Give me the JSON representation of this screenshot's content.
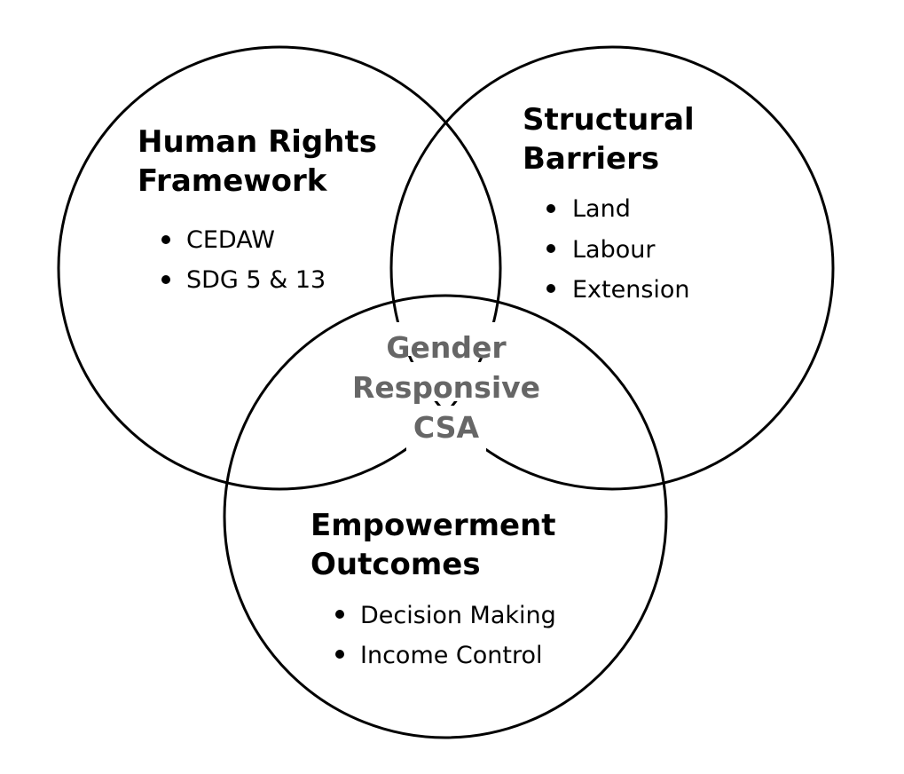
{
  "diagram": {
    "type": "venn",
    "line_color": "#000000",
    "center_color": "#666666",
    "sets": [
      {
        "id": "human-rights",
        "title_lines": [
          "Human Rights",
          "Framework"
        ],
        "items": [
          "CEDAW",
          "SDG 5 & 13"
        ]
      },
      {
        "id": "structural-barriers",
        "title_lines": [
          "Structural",
          "Barriers"
        ],
        "items": [
          "Land",
          "Labour",
          "Extension"
        ]
      },
      {
        "id": "empowerment-outcomes",
        "title_lines": [
          "Empowerment",
          "Outcomes"
        ],
        "items": [
          "Decision Making",
          "Income Control"
        ]
      }
    ],
    "intersection": {
      "lines": [
        "Gender",
        "Responsive",
        "CSA"
      ]
    }
  }
}
